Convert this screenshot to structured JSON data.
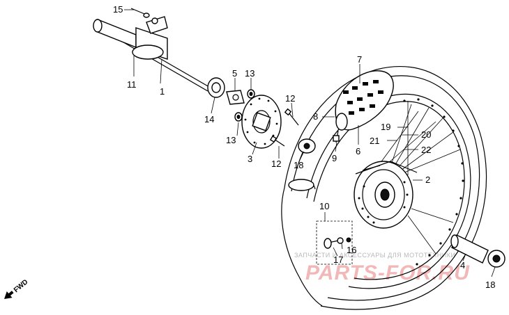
{
  "diagram": {
    "part_numbers": [
      "15",
      "11",
      "1",
      "5",
      "13",
      "14",
      "13",
      "3",
      "12",
      "12",
      "18",
      "7",
      "8",
      "9",
      "6",
      "19",
      "20",
      "21",
      "22",
      "2",
      "10",
      "16",
      "17",
      "4",
      "18"
    ],
    "fwd_label": "FWD",
    "watermark": {
      "line1": "ЗАПЧАСТИ И АКСЕССУАРЫ ДЛЯ МОТОТЕХНИКИ",
      "line2": "PARTS-FOR.RU"
    }
  }
}
